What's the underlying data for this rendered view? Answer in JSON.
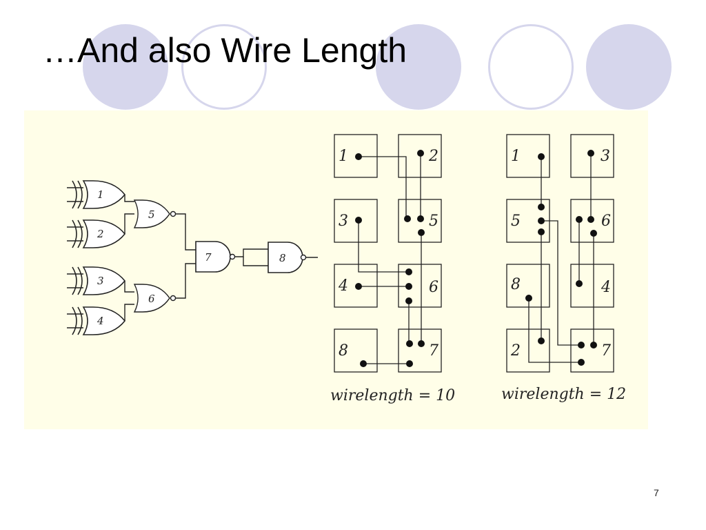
{
  "slide": {
    "title": "…And also Wire Length",
    "page_number": "7"
  },
  "colors": {
    "decor_circle": "#d6d6ec",
    "figure_background": "#fffee8",
    "ink": "#222222"
  },
  "circuit": {
    "gates": [
      {
        "id": "1",
        "kind": "xor-gate"
      },
      {
        "id": "2",
        "kind": "xor-gate"
      },
      {
        "id": "3",
        "kind": "xor-gate"
      },
      {
        "id": "4",
        "kind": "xor-gate"
      },
      {
        "id": "5",
        "kind": "nor-gate"
      },
      {
        "id": "6",
        "kind": "nor-gate"
      },
      {
        "id": "7",
        "kind": "and-gate"
      },
      {
        "id": "8",
        "kind": "nand-gate"
      }
    ]
  },
  "placement_a": {
    "caption": "wirelength = 10",
    "cells": [
      {
        "label": "1"
      },
      {
        "label": "2"
      },
      {
        "label": "3"
      },
      {
        "label": "5"
      },
      {
        "label": "4"
      },
      {
        "label": "6"
      },
      {
        "label": "8"
      },
      {
        "label": "7"
      }
    ]
  },
  "placement_b": {
    "caption": "wirelength = 12",
    "cells": [
      {
        "label": "1"
      },
      {
        "label": "3"
      },
      {
        "label": "5"
      },
      {
        "label": "6"
      },
      {
        "label": "8"
      },
      {
        "label": "4"
      },
      {
        "label": "2"
      },
      {
        "label": "7"
      }
    ]
  }
}
